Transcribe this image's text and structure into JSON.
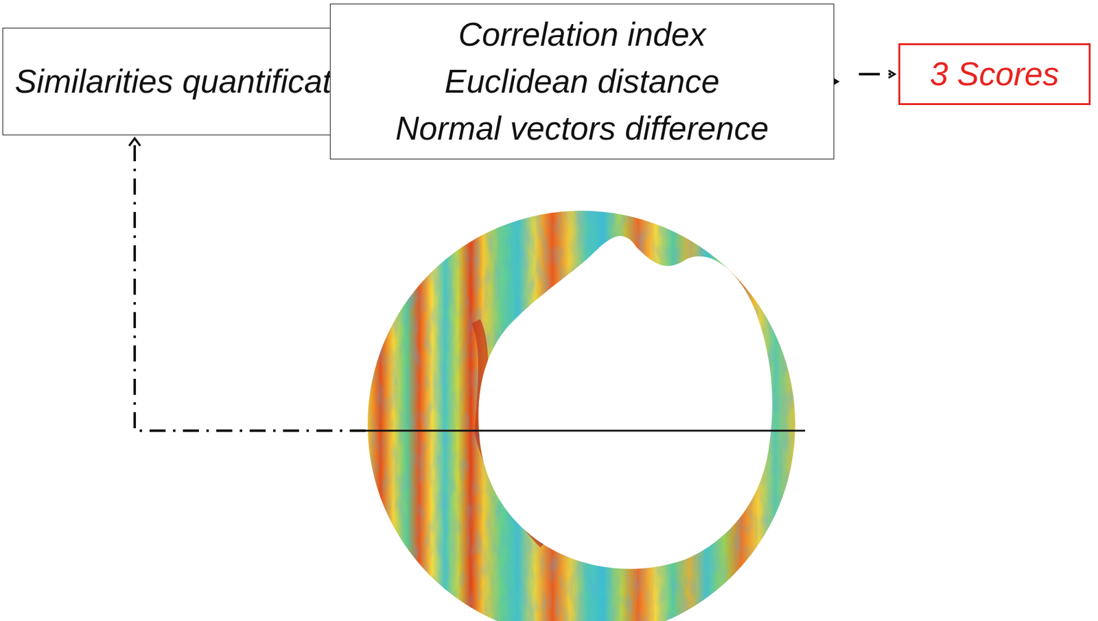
{
  "diagram": {
    "nodes": [
      {
        "text": [
          "Similarities quantification"
        ]
      },
      {
        "text": [
          "Correlation index",
          "Euclidean distance",
          "Normal vectors difference"
        ]
      },
      {
        "text": [
          "3 Scores"
        ]
      }
    ],
    "edges": [
      {
        "from": 0,
        "to": 1,
        "arrow": "to"
      },
      {
        "from": 1,
        "to": 2,
        "arrow": "to"
      }
    ]
  }
}
